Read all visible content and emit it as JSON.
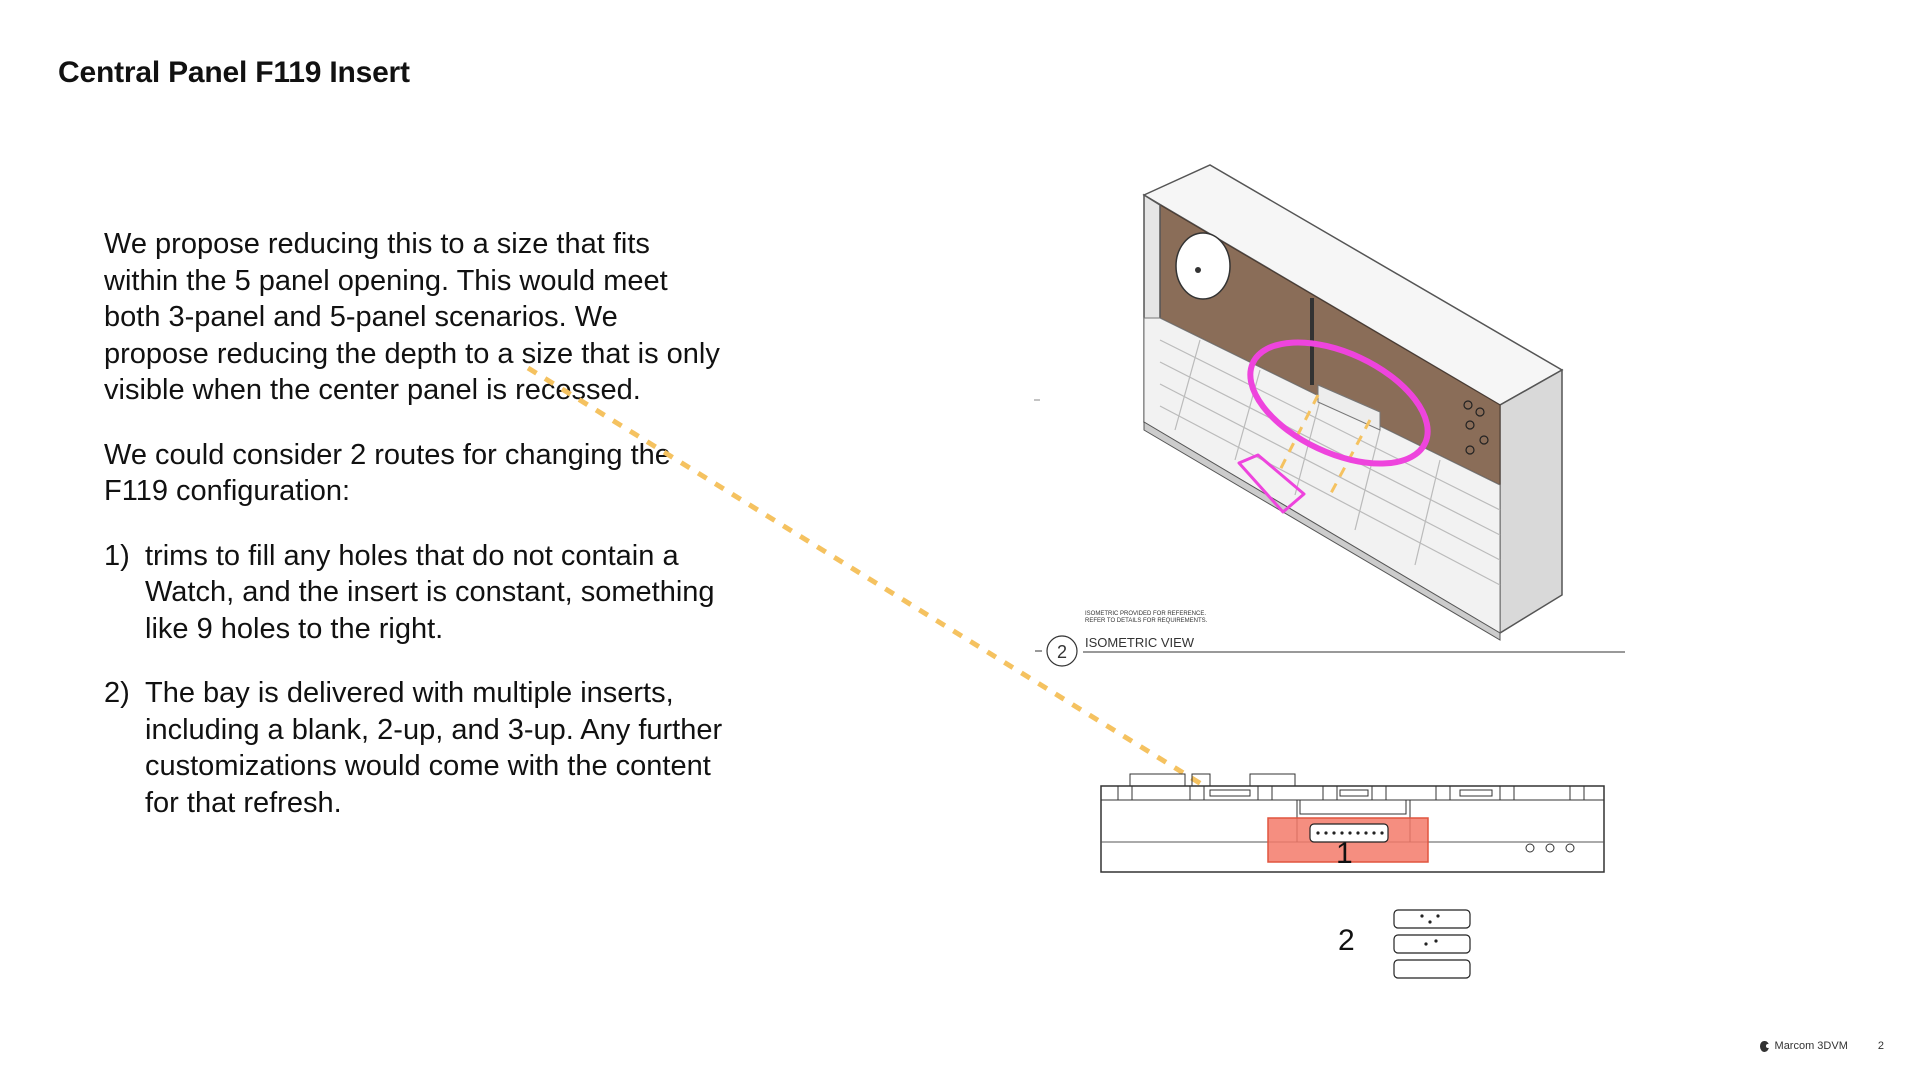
{
  "slide": {
    "title": "Central Panel F119 Insert",
    "paragraph_1": "We propose reducing this to a size that fits within the 5 panel opening. This would meet both 3-panel and 5-panel scenarios. We propose reducing the depth to a size that is only visible when the center panel is recessed.",
    "paragraph_2": "We could consider 2 routes for changing the F119 configuration:",
    "routes": [
      {
        "number": "1)",
        "text": "trims to fill any holes that do not contain a Watch, and the insert is constant, something like 9 holes to the right."
      },
      {
        "number": "2)",
        "text": "The bay is delivered with multiple inserts, including a blank, 2-up, and 3-up. Any further customizations would come with the content for that refresh."
      }
    ]
  },
  "drawing": {
    "detail_number": "2",
    "view_title": "ISOMETRIC VIEW",
    "note_line_1": "ISOMETRIC PROVIDED FOR REFERENCE.",
    "note_line_2": "REFER TO DETAILS FOR REQUIREMENTS.",
    "option_1_label": "1",
    "option_2_label": "2"
  },
  "footer": {
    "brand": "Marcom 3DVM",
    "page_number": "2"
  },
  "colors": {
    "highlight_magenta": "#ee44dd",
    "arrow_orange": "#f5c260",
    "insert_red": "#f37a6a",
    "wood": "#8a6d58"
  }
}
